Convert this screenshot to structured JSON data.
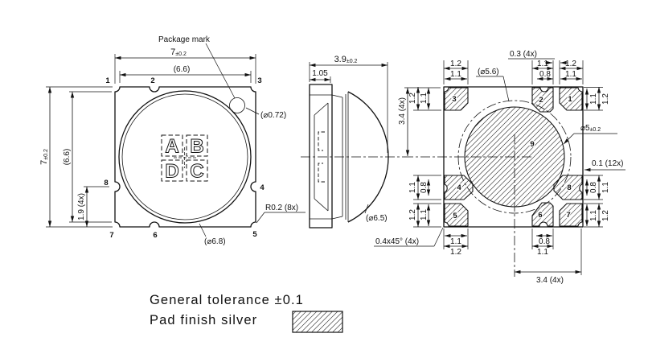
{
  "drawing": {
    "notes": {
      "tolerance": "General tolerance ±0.1",
      "finish": "Pad finish silver"
    },
    "top_view": {
      "package_mark_label": "Package mark",
      "overall_width": {
        "main": "7",
        "tol": "±0.2"
      },
      "inner_width": "(6.6)",
      "overall_height": {
        "main": "7",
        "tol": "±0.2"
      },
      "inner_height": "(6.6)",
      "notch_offset": "1.9 (4x)",
      "mark_diameter": "(⌀0.72)",
      "lens_diameter": "(⌀6.8)",
      "corner_radius": "R0.2 (8x)",
      "pins": [
        "1",
        "2",
        "3",
        "4",
        "5",
        "6",
        "7",
        "8"
      ],
      "letters": [
        "A",
        "B",
        "D",
        "C"
      ]
    },
    "side_view": {
      "overall_depth": {
        "main": "3.9",
        "tol": "±0.2"
      },
      "base_depth": "1.05",
      "lens_diameter": "(⌀6.5)"
    },
    "bottom_view": {
      "pads": [
        "1",
        "2",
        "3",
        "4",
        "5",
        "6",
        "7",
        "8",
        "9"
      ],
      "pad_gap": "0.3 (4x)",
      "mask_diameter": "(⌀5.6)",
      "center_pad_diameter": {
        "main": "⌀5",
        "tol": "±0.2"
      },
      "edge_clearance": "0.1 (12x)",
      "chamfer": "0.4x45° (4x)",
      "center_to_edge_v": "3.4 (4x)",
      "center_to_edge_h": "3.4 (4x)",
      "pad3_top": [
        "1.2",
        "1.1"
      ],
      "pad2_top": [
        "1.1",
        "0.8"
      ],
      "pad1_top": [
        "1.2",
        "1.1"
      ],
      "pad3_left": [
        "1.2",
        "1.1"
      ],
      "pad4_left": [
        "1.1",
        "0.8"
      ],
      "pad5_left": [
        "1.2",
        "1.1"
      ],
      "pad1_right": [
        "1.1",
        "1.2"
      ],
      "pad8_right": [
        "0.8",
        "1.1"
      ],
      "pad7_right": [
        "1.1",
        "1.2"
      ],
      "pad5_bottom": [
        "1.1",
        "1.2"
      ],
      "pad6_bottom": [
        "0.8",
        "1.1"
      ]
    }
  }
}
